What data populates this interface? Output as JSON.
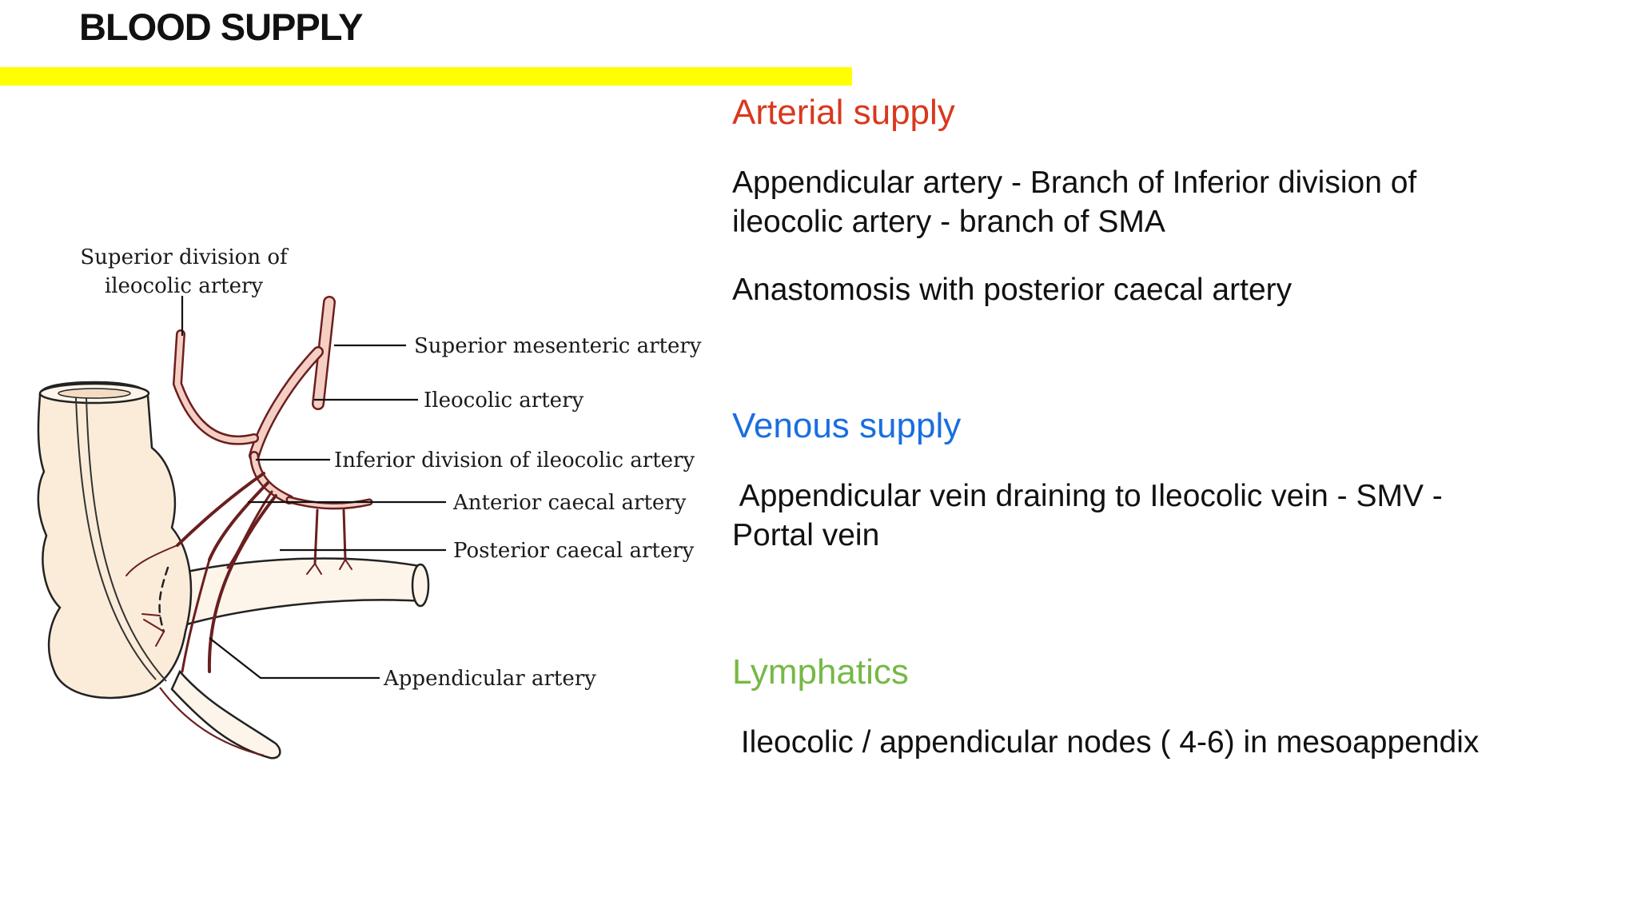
{
  "slide": {
    "title": "BLOOD SUPPLY",
    "accent_bar_color": "#ffff00"
  },
  "diagram": {
    "labels": {
      "superior_division_line1": "Superior division of",
      "superior_division_line2": "ileocolic artery",
      "superior_mesenteric": "Superior mesenteric artery",
      "ileocolic": "Ileocolic artery",
      "inferior_division": "Inferior division of ileocolic artery",
      "anterior_caecal": "Anterior caecal artery",
      "posterior_caecal": "Posterior caecal artery",
      "appendicular": "Appendicular artery"
    }
  },
  "sections": {
    "arterial": {
      "heading": "Arterial supply",
      "color": "#d9381e",
      "line1": "Appendicular artery - Branch of Inferior division of",
      "line2": "ileocolic artery - branch of SMA",
      "line3": "Anastomosis with posterior caecal artery"
    },
    "venous": {
      "heading": "Venous supply",
      "color": "#1a6ee0",
      "line1": " Appendicular vein draining to Ileocolic vein - SMV -",
      "line2": "Portal vein"
    },
    "lymphatics": {
      "heading": "Lymphatics",
      "color": "#76b845",
      "line1": " Ileocolic / appendicular nodes ( 4-6) in mesoappendix"
    }
  }
}
